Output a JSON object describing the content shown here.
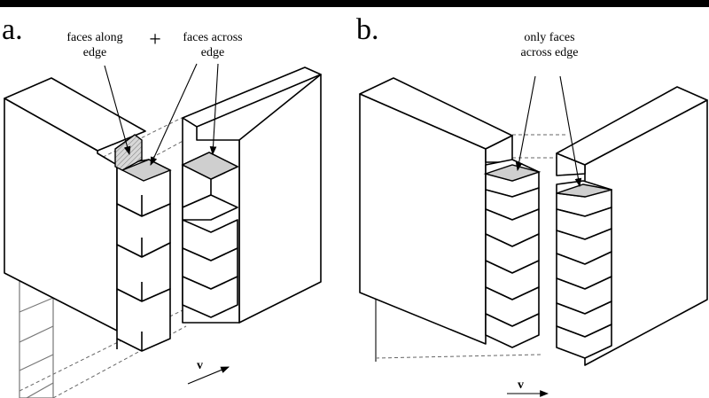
{
  "panel_a": {
    "label": "a.",
    "annotation_left": [
      "faces along",
      "edge"
    ],
    "plus_sign": "+",
    "annotation_right": [
      "faces across",
      "edge"
    ],
    "velocity_label": "v"
  },
  "panel_b": {
    "label": "b.",
    "annotation": [
      "only faces",
      "across edge"
    ],
    "velocity_label": "v"
  },
  "colors": {
    "background_frame": "#000000",
    "figure_background": "#ffffff",
    "highlighted_face": "#cfcfcf",
    "guide_lines": "#666666"
  }
}
